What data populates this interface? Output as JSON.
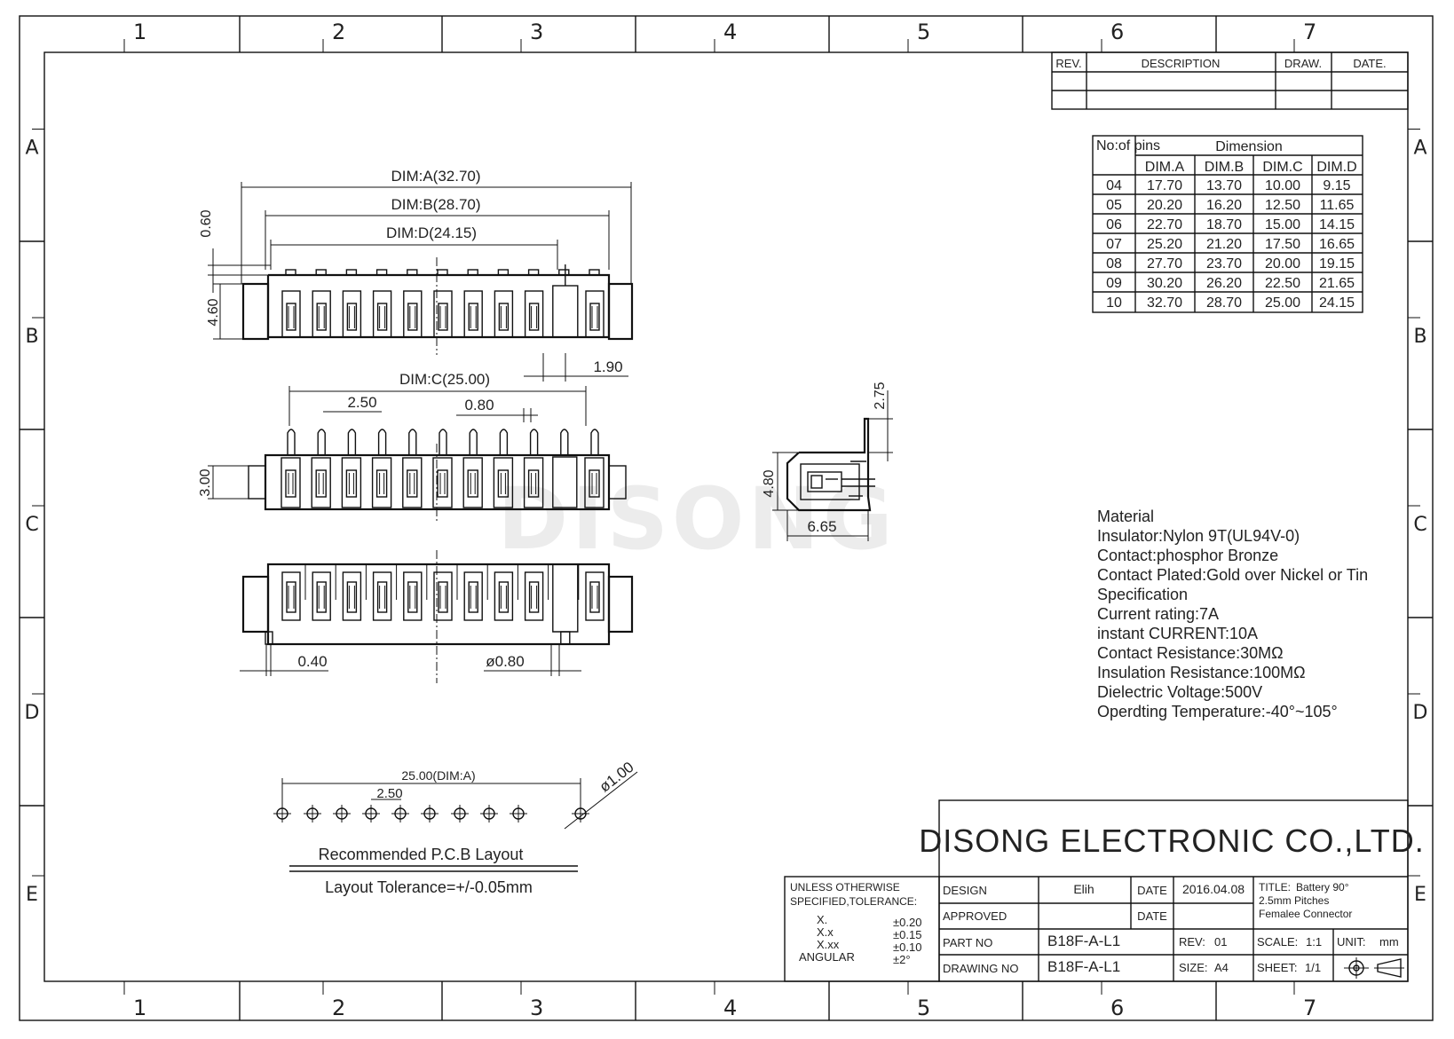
{
  "zones": {
    "cols": [
      "1",
      "2",
      "3",
      "4",
      "5",
      "6",
      "7"
    ],
    "rows": [
      "A",
      "B",
      "C",
      "D",
      "E"
    ]
  },
  "revision_table": {
    "headers": [
      "REV.",
      "DESCRIPTION",
      "DRAW.",
      "DATE."
    ]
  },
  "dimension_table": {
    "col_pins": "No:of pins",
    "group_header": "Dimension",
    "columns": [
      "DIM.A",
      "DIM.B",
      "DIM.C",
      "DIM.D"
    ],
    "rows": [
      [
        "04",
        "17.70",
        "13.70",
        "10.00",
        "9.15"
      ],
      [
        "05",
        "20.20",
        "16.20",
        "12.50",
        "11.65"
      ],
      [
        "06",
        "22.70",
        "18.70",
        "15.00",
        "14.15"
      ],
      [
        "07",
        "25.20",
        "21.20",
        "17.50",
        "16.65"
      ],
      [
        "08",
        "27.70",
        "23.70",
        "20.00",
        "19.15"
      ],
      [
        "09",
        "30.20",
        "26.20",
        "22.50",
        "21.65"
      ],
      [
        "10",
        "32.70",
        "28.70",
        "25.00",
        "24.15"
      ]
    ]
  },
  "top_view": {
    "dim_a": "DIM:A(32.70)",
    "dim_b": "DIM:B(28.70)",
    "dim_d": "DIM:D(24.15)",
    "dim_060": "0.60",
    "dim_460": "4.60",
    "dim_190": "1.90"
  },
  "front_view": {
    "dim_c": "DIM:C(25.00)",
    "dim_250": "2.50",
    "dim_080": "0.80",
    "dim_300": "3.00"
  },
  "bottom_view": {
    "dim_040": "0.40",
    "dim_phi080": "ø0.80"
  },
  "side_view": {
    "dim_275": "2.75",
    "dim_480": "4.80",
    "dim_665": "6.65"
  },
  "watermark": "DISONG",
  "pcb_layout": {
    "dim_total": "25.00(DIM:A)",
    "dim_pitch": "2.50",
    "dim_hole": "ø1.00",
    "title": "Recommended P.C.B Layout",
    "tolerance": "Layout Tolerance=+/-0.05mm"
  },
  "material": {
    "lines": [
      "Material",
      "Insulator:Nylon 9T(UL94V-0)",
      "Contact:phosphor Bronze",
      "Contact Plated:Gold over Nickel or Tin",
      "Specification",
      "Current rating:7A",
      "instant CURRENT:10A",
      "Contact Resistance:30MΩ",
      "Insulation Resistance:100MΩ",
      "Dielectric Voltage:500V",
      "Operdting Temperature:-40°~105°"
    ]
  },
  "tolerance_block": {
    "line1": "UNLESS OTHERWISE",
    "line2": "SPECIFIED,TOLERANCE:",
    "rows": [
      {
        "label": "X.",
        "value": "±0.20"
      },
      {
        "label": "X.x",
        "value": "±0.15"
      },
      {
        "label": "X.xx",
        "value": "±0.10"
      },
      {
        "label": "ANGULAR",
        "value": "±2°"
      }
    ]
  },
  "title_block": {
    "company": "DISONG ELECTRONIC CO.,LTD.",
    "design_label": "DESIGN",
    "design_value": "Elih",
    "date_label": "DATE",
    "date_value": "2016.04.08",
    "approved_label": "APPROVED",
    "approved_date_label": "DATE",
    "part_no_label": "PART NO",
    "part_no_value": "B18F-A-L1",
    "drawing_no_label": "DRAWING NO",
    "drawing_no_value": "B18F-A-L1",
    "rev_label": "REV:",
    "rev_value": "01",
    "size_label": "SIZE:",
    "size_value": "A4",
    "title_label": "TITLE:",
    "title_lines": [
      "Battery 90°",
      "2.5mm Pitches",
      "Femalee Connector"
    ],
    "scale_label": "SCALE:",
    "scale_value": "1:1",
    "unit_label": "UNIT:",
    "unit_value": "mm",
    "sheet_label": "SHEET:",
    "sheet_value": "1/1"
  },
  "colors": {
    "ink": "#111111",
    "watermark": "#ececec"
  }
}
